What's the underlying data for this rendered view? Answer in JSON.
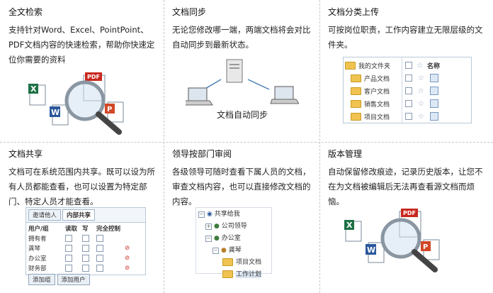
{
  "features": [
    {
      "title": "全文检索",
      "desc": "支持针对Word、Excel、PointPoint、PDF文档内容的快速检索，帮助你快速定位你需要的资料",
      "illustration": "magnifier-over-documents-icon"
    },
    {
      "title": "文档同步",
      "desc": "无论您修改哪一端，两端文档将会对比自动同步到最新状态。",
      "illustration_caption": "文档自动同步"
    },
    {
      "title": "文档分类上传",
      "desc": "可按岗位职责，工作内容建立无限层级的文件夹。",
      "file_panel": {
        "root": "我的文件夹",
        "col_name": "名称",
        "folders": [
          "产品文档",
          "客户文档",
          "销售文档",
          "项目文档"
        ]
      }
    },
    {
      "title": "文档共享",
      "desc": "文档可在系统范围内共享。既可以设为所有人员都能查看，也可以设置为特定部门、特定人员才能查看。",
      "share_panel": {
        "tabs": [
          "邀请他人",
          "内部共享"
        ],
        "headers": [
          "用户/组",
          "读取",
          "写",
          "完全控制"
        ],
        "rows": [
          "拥有者",
          "龚琴",
          "办公室",
          "财务部"
        ],
        "buttons": [
          "添加组",
          "添加用户"
        ]
      }
    },
    {
      "title": "领导按部门审阅",
      "desc": "各级领导可随时查看下属人员的文档，审查文档内容，也可以直接修改文档的内容。",
      "tree_panel": {
        "root": "共享给我",
        "nodes": [
          "公司领导",
          "办公室",
          "龚琴",
          "项目文档",
          "工作计划"
        ]
      }
    },
    {
      "title": "版本管理",
      "desc": "自动保留修改痕迹，记录历史版本，让您不在为文档被编辑后无法再查看源文档而烦恼。",
      "illustration": "magnifier-over-documents-icon"
    }
  ],
  "colors": {
    "folder": "#f0c350",
    "pdf_red": "#c8281e",
    "word_blue": "#2b579a",
    "excel_green": "#1e7145",
    "ppt_orange": "#d24726"
  }
}
